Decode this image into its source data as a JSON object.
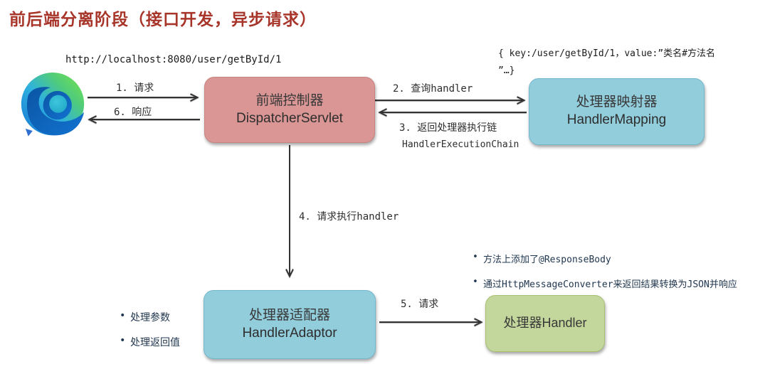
{
  "title": "前后端分离阶段（接口开发，异步请求）",
  "browser": {
    "icon": "edge-browser-icon",
    "url": "http://localhost:8080/user/getById/1"
  },
  "mapping_hint": {
    "line1": "{ key:/user/getById/1，value:”类名#方法名",
    "line2": "”…}"
  },
  "nodes": {
    "dispatcher": {
      "zh": "前端控制器",
      "en": "DispatcherServlet",
      "color": "#d99694"
    },
    "mapping": {
      "zh": "处理器映射器",
      "en": "HandlerMapping",
      "color": "#92cddc"
    },
    "adaptor": {
      "zh": "处理器适配器",
      "en": "HandlerAdaptor",
      "color": "#92cddc"
    },
    "handler": {
      "label": "处理器Handler",
      "color": "#c3d69b"
    }
  },
  "arrows": {
    "a1": "1. 请求",
    "a6": "6. 响应",
    "a2": "2. 查询handler",
    "a3_line1": "3. 返回处理器执行链",
    "a3_line2": "HandlerExecutionChain",
    "a4": "4. 请求执行handler",
    "a5": "5. 请求"
  },
  "adaptor_notes": [
    "处理参数",
    "处理返回值"
  ],
  "handler_notes": [
    "方法上添加了@ResponseBody",
    "通过HttpMessageConverter来返回结果转换为JSON并响应"
  ],
  "colors": {
    "title_red": "#a8352a",
    "note_navy": "#223850",
    "arrow_ink": "#333333"
  }
}
